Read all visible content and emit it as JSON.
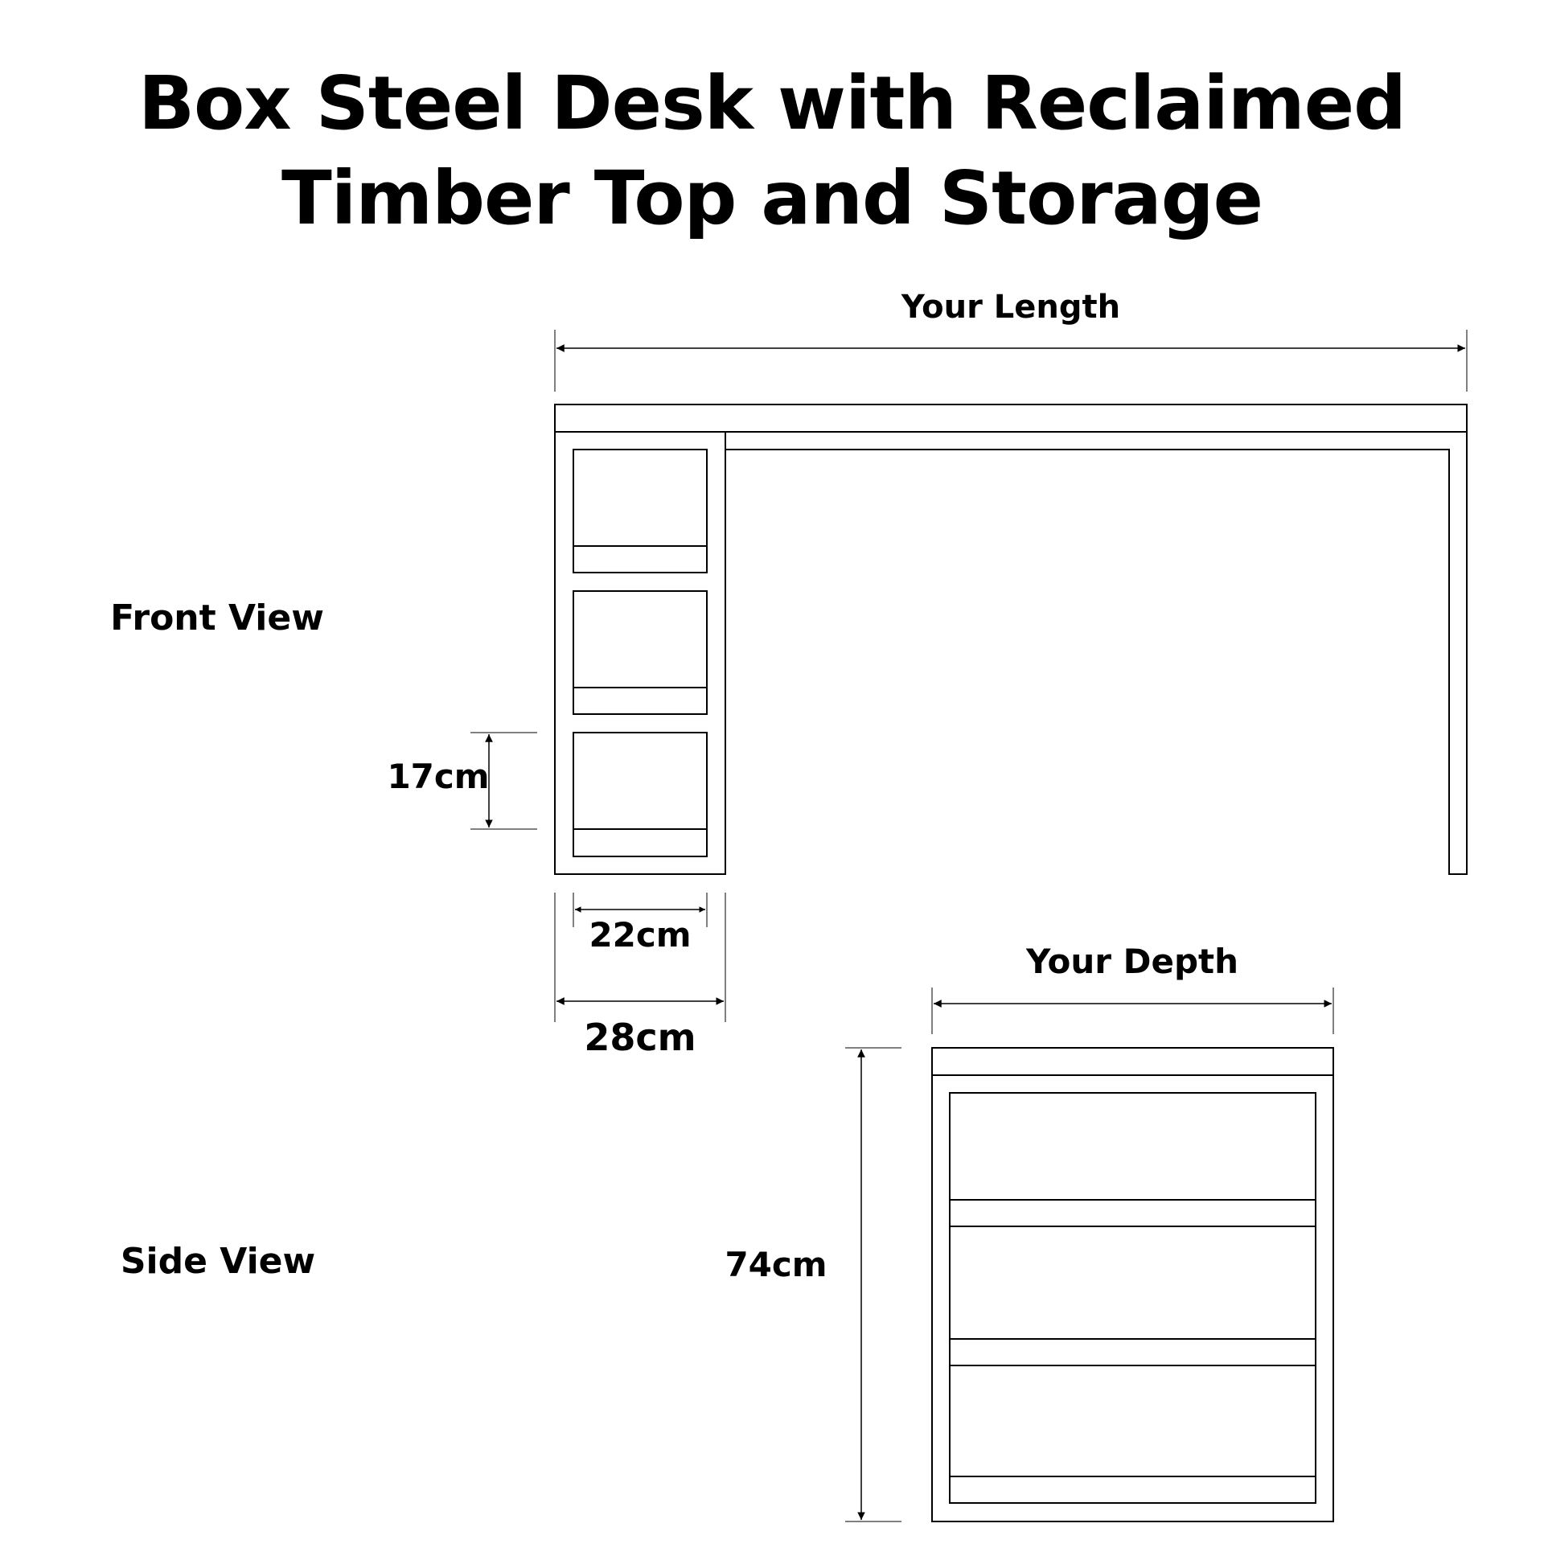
{
  "title": {
    "line1": "Box Steel Desk with Reclaimed",
    "line2": "Timber Top and Storage"
  },
  "views": {
    "front": "Front View",
    "side": "Side View"
  },
  "dimensions": {
    "length": "Your Length",
    "depth": "Your Depth",
    "drawer_height": "17cm",
    "drawer_width": "22cm",
    "cabinet_width": "28cm",
    "desk_height": "74cm"
  },
  "colors": {
    "line": "#000000",
    "background": "#ffffff"
  }
}
